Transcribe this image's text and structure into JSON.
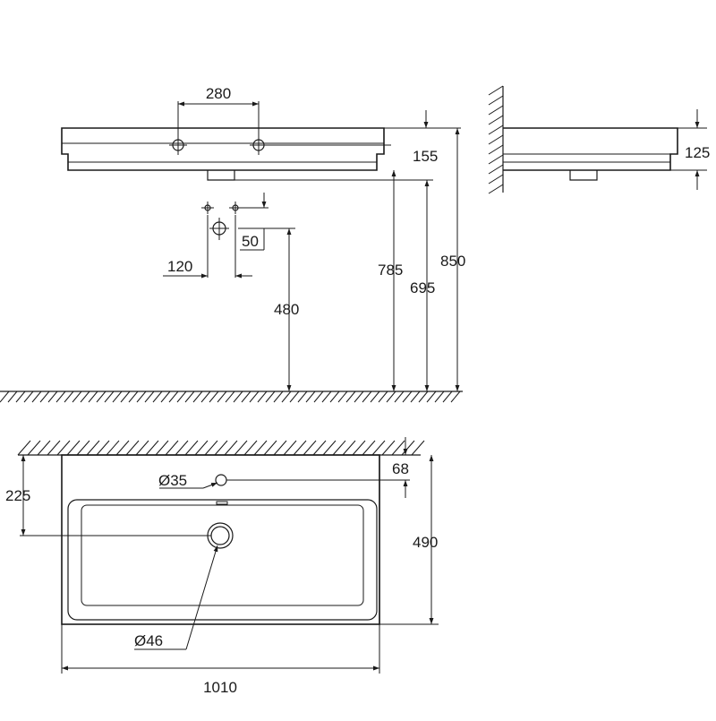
{
  "dimensions": {
    "tap_hole_spacing": "280",
    "rim_height": "155",
    "fitting_offset": "50",
    "fitting_spacing": "120",
    "fitting_height": "480",
    "rim_to_floor": "785",
    "basin_bottom_to_floor": "695",
    "total_height": "850",
    "side_height": "125",
    "tap_hole_dia": "Ø35",
    "tap_hole_setback": "68",
    "waste_setback": "225",
    "depth": "490",
    "waste_dia": "Ø46",
    "width": "1010"
  }
}
